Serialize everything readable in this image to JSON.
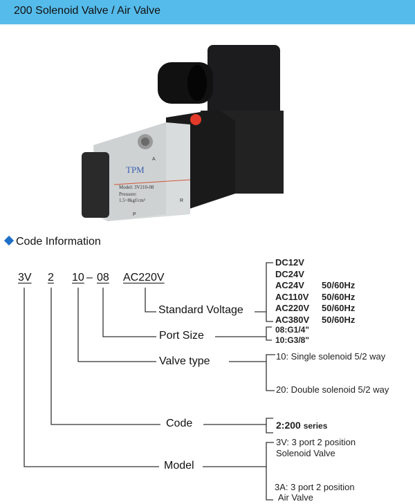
{
  "header": {
    "title": "200 Solenoid Valve / Air Valve"
  },
  "product": {
    "brand": "TPM",
    "model_text": "Model: 3V210-08",
    "pressure_text": "Pressure:",
    "pressure_range": "1.5~8kgf/cm²",
    "port_a": "A",
    "port_p": "P",
    "port_r": "R"
  },
  "section": {
    "title": "Code Information",
    "accent": "#1e6fc8"
  },
  "code": {
    "model": "3V",
    "series": "2",
    "type": "10",
    "dash": "–",
    "port": "08",
    "voltage": "AC220V"
  },
  "labels": {
    "voltage": "Standard Voltage",
    "port": "Port Size",
    "type": "Valve type",
    "code": "Code",
    "model": "Model"
  },
  "voltages": [
    {
      "v": "DC12V",
      "hz": ""
    },
    {
      "v": "DC24V",
      "hz": ""
    },
    {
      "v": "AC24V",
      "hz": "50/60Hz"
    },
    {
      "v": "AC110V",
      "hz": "50/60Hz"
    },
    {
      "v": "AC220V",
      "hz": "50/60Hz"
    },
    {
      "v": "AC380V",
      "hz": "50/60Hz"
    }
  ],
  "ports": [
    "08:G1/4\"",
    "10:G3/8\""
  ],
  "types": [
    "10: Single solenoid 5/2 way",
    "20: Double solenoid 5/2 way"
  ],
  "codes": {
    "value": "2:200",
    "suffix": "series"
  },
  "models": [
    {
      "l1": "3V: 3 port 2 position",
      "l2": "Solenoid Valve"
    },
    {
      "l1": "3A: 3 port 2 position",
      "l2": " Air Valve"
    }
  ]
}
